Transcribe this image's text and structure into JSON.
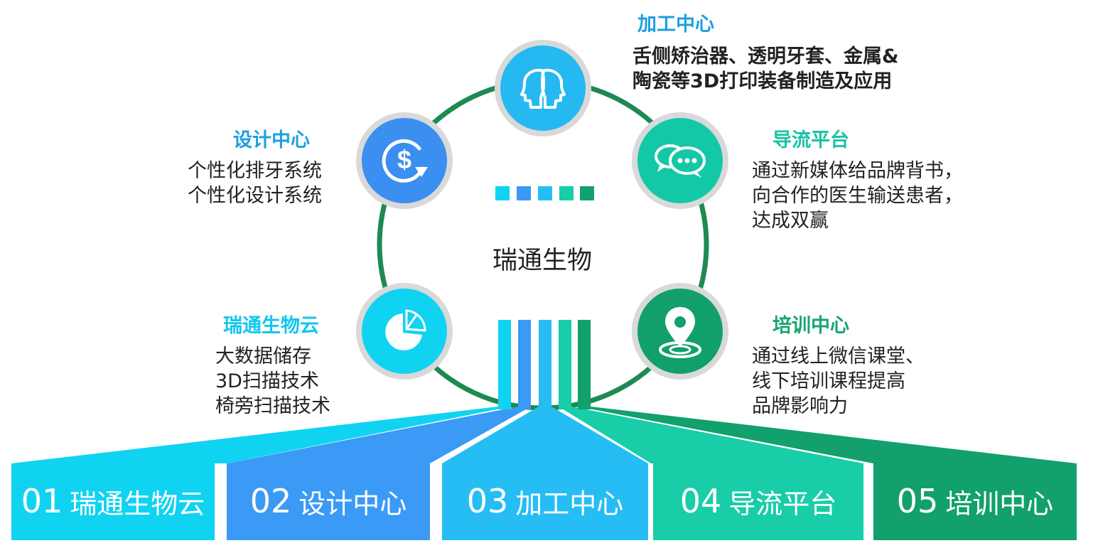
{
  "center": {
    "title": "瑞通生物"
  },
  "nodes": {
    "cloud": {
      "title": "瑞通生物云",
      "lines": [
        "大数据储存",
        "3D扫描技术",
        "椅旁扫描技术"
      ],
      "icon": "pie-chart-icon",
      "color": "#10d3f2"
    },
    "design": {
      "title": "设计中心",
      "lines": [
        "个性化排牙系统",
        "个性化设计系统"
      ],
      "icon": "dollar-refresh-icon",
      "color": "#3a8ff0"
    },
    "process": {
      "title": "加工中心",
      "lines": [
        "舌侧矫治器、透明牙套、金属&",
        "陶瓷等3D打印装备制造及应用"
      ],
      "icon": "two-heads-icon",
      "color": "#26b8f0"
    },
    "traffic": {
      "title": "导流平台",
      "lines": [
        "通过新媒体给品牌背书，",
        "向合作的医生输送患者，",
        "达成双赢"
      ],
      "icon": "chat-bubbles-icon",
      "color": "#13c8a6"
    },
    "training": {
      "title": "培训中心",
      "lines": [
        "通过线上微信课堂、",
        "线下培训课程提高",
        "品牌影响力"
      ],
      "icon": "location-pin-icon",
      "color": "#11a06a"
    }
  },
  "tabs": [
    {
      "num": "01",
      "label": "瑞通生物云",
      "color": "#10d3f2"
    },
    {
      "num": "02",
      "label": "设计中心",
      "color": "#3a9af5"
    },
    {
      "num": "03",
      "label": "加工中心",
      "color": "#26bdf5"
    },
    {
      "num": "04",
      "label": "导流平台",
      "color": "#18cda8"
    },
    {
      "num": "05",
      "label": "培训中心",
      "color": "#12a06c"
    }
  ],
  "ring_color": "#1d8a52"
}
